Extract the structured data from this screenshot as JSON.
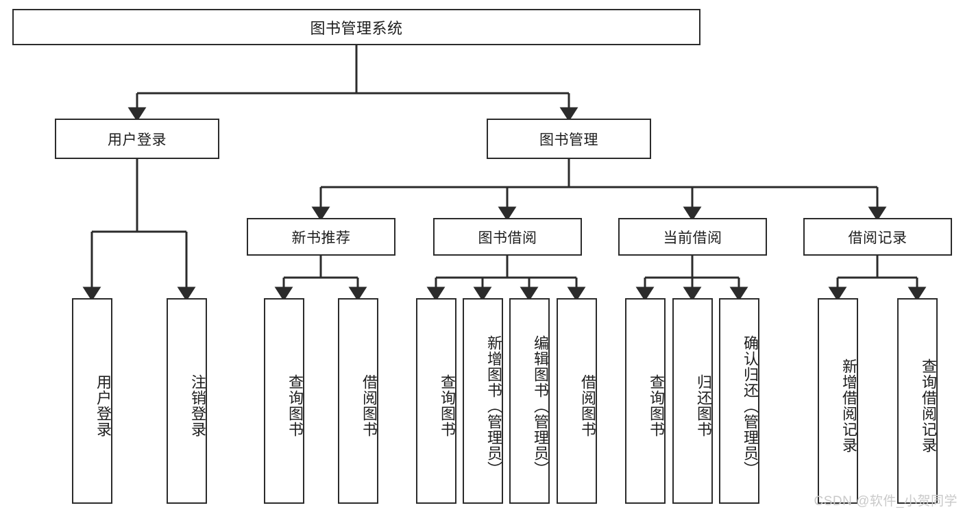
{
  "diagram": {
    "title": "图书管理系统",
    "style": {
      "border_color": "#2b2b2b",
      "fill_color": "#ffffff",
      "text_color": "#1d1d1d",
      "edge_color": "#2b2b2b",
      "watermark_color": "#c9c9c9"
    },
    "watermark": "CSDN @软件_小贺同学",
    "root": {
      "id": "root",
      "label": "图书管理系统"
    },
    "level2": [
      {
        "id": "user-login",
        "label": "用户登录"
      },
      {
        "id": "book-manage",
        "label": "图书管理"
      }
    ],
    "level3": [
      {
        "id": "new-book-rec",
        "label": "新书推荐"
      },
      {
        "id": "book-borrow",
        "label": "图书借阅"
      },
      {
        "id": "current-borrow",
        "label": "当前借阅"
      },
      {
        "id": "borrow-record",
        "label": "借阅记录"
      }
    ],
    "leaves": [
      {
        "id": "leaf-user-login",
        "label": "用户登录",
        "parent": "user-login"
      },
      {
        "id": "leaf-user-logout",
        "label": "注销登录",
        "parent": "user-login"
      },
      {
        "id": "leaf-query-book-1",
        "label": "查询图书",
        "parent": "new-book-rec"
      },
      {
        "id": "leaf-borrow-book-1",
        "label": "借阅图书",
        "parent": "new-book-rec"
      },
      {
        "id": "leaf-query-book-2",
        "label": "查询图书",
        "parent": "book-borrow"
      },
      {
        "id": "leaf-add-book",
        "label": "新增图书（管理员）",
        "parent": "book-borrow"
      },
      {
        "id": "leaf-edit-book",
        "label": "编辑图书（管理员）",
        "parent": "book-borrow"
      },
      {
        "id": "leaf-borrow-book-2",
        "label": "借阅图书",
        "parent": "book-borrow"
      },
      {
        "id": "leaf-query-book-3",
        "label": "查询图书",
        "parent": "current-borrow"
      },
      {
        "id": "leaf-return-book",
        "label": "归还图书",
        "parent": "current-borrow"
      },
      {
        "id": "leaf-confirm-return",
        "label": "确认归还（管理员）",
        "parent": "current-borrow"
      },
      {
        "id": "leaf-add-record",
        "label": "新增借阅记录",
        "parent": "borrow-record"
      },
      {
        "id": "leaf-query-record",
        "label": "查询借阅记录",
        "parent": "borrow-record"
      }
    ]
  }
}
